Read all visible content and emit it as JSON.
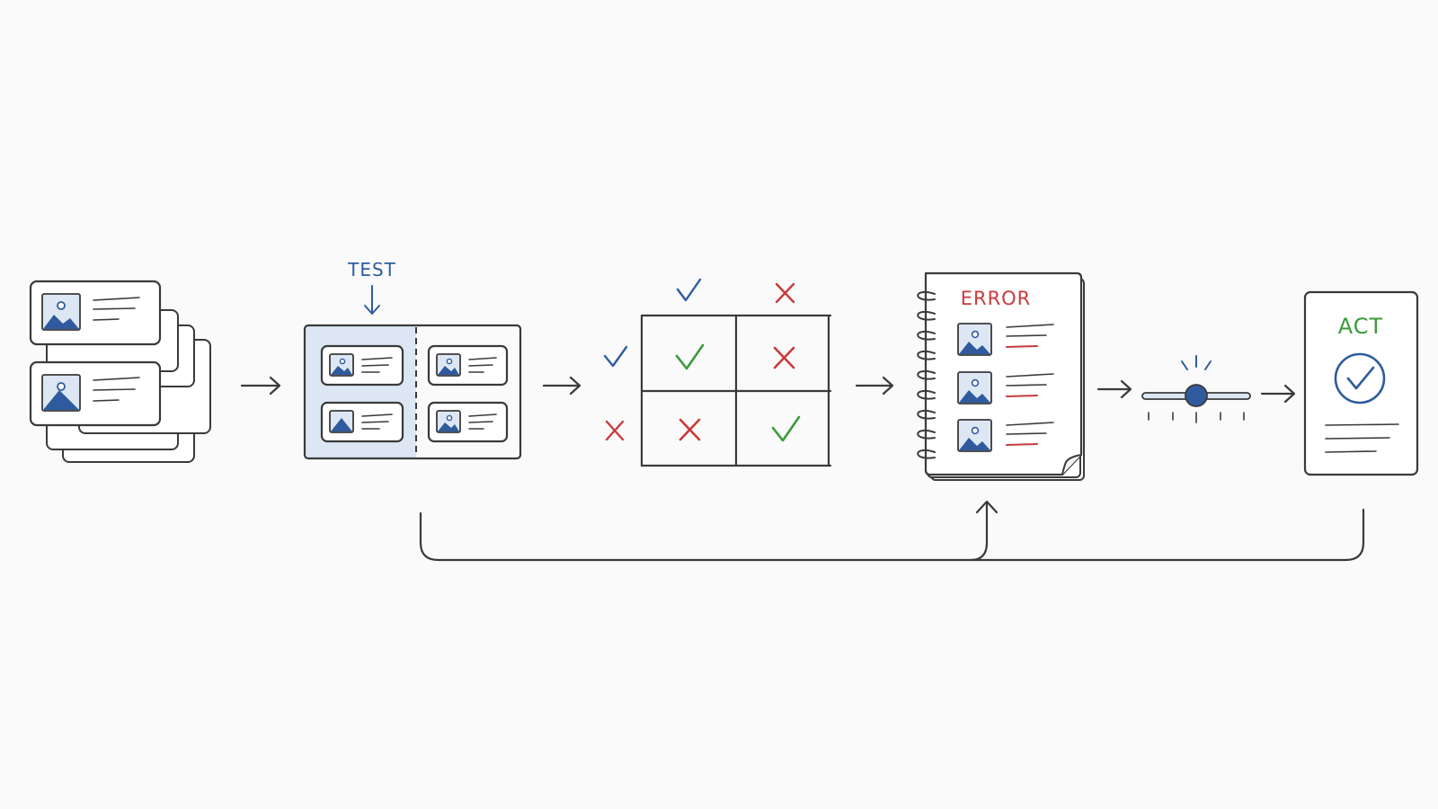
{
  "colors": {
    "ink": "#3a3a3a",
    "accent_blue": "#2f5b9e",
    "highlight_blue": "#dde6f3",
    "correct_green": "#3b9a3b",
    "error_red": "#c93a3a",
    "background": "#fafafa"
  },
  "stages": {
    "split": {
      "label": "TEST"
    },
    "review": {
      "label": "ERROR"
    },
    "act": {
      "label": "ACT"
    }
  },
  "confusion_matrix": {
    "columns": [
      "check",
      "cross"
    ],
    "rows": [
      "check",
      "cross"
    ],
    "cells": [
      [
        "check",
        "cross"
      ],
      [
        "cross",
        "check"
      ]
    ]
  },
  "icons": [
    "image-icon",
    "text-lines-icon",
    "arrow-right-icon",
    "arrow-down-icon",
    "check-icon",
    "cross-icon",
    "spiral-binding-icon",
    "slider-icon",
    "check-circle-icon",
    "feedback-loop-arrow"
  ]
}
